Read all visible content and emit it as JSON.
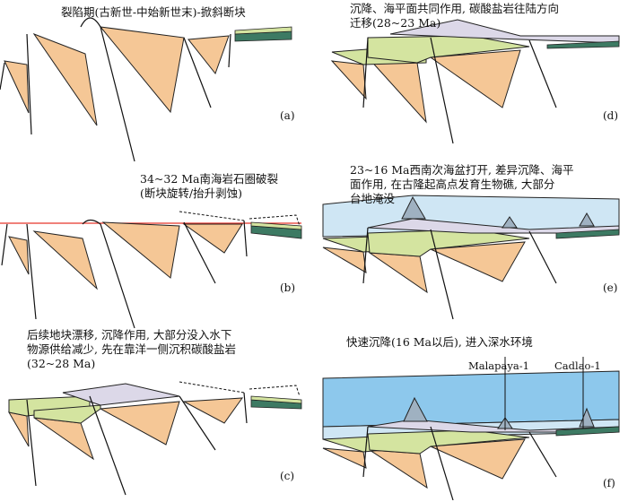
{
  "panels": {
    "a": {
      "text": "裂陷期(古新世-中始新世末)-掀斜断块",
      "tag": "(a)"
    },
    "b": {
      "text": "34~32 Ma南海岩石圈破裂\n(断块旋转/抬升剥蚀)",
      "tag": "(b)"
    },
    "c": {
      "text": "后续地块漂移, 沉降作用, 大部分没入水下\n物源供给减少, 先在靠洋一侧沉积碳酸盐岩\n(32~28 Ma)",
      "tag": "(c)"
    },
    "d": {
      "text": "沉降、海平面共同作用, 碳酸盐岩往陆方向\n迁移(28~23 Ma)",
      "tag": "(d)"
    },
    "e": {
      "text": "23~16 Ma西南次海盆打开, 差异沉降、海平\n面作用, 在古隆起高点发育生物礁, 大部分\n台地淹没",
      "tag": "(e)"
    },
    "f": {
      "text": "快速沉降(16 Ma以后), 进入深水环境",
      "tag": "(f)",
      "well1": "Malapaya-1",
      "well2": "Cadlao-1"
    }
  },
  "colors": {
    "synrift": "#f5c796",
    "green": "#d4e4a0",
    "lavender": "#dcd8e8",
    "lightblue": "#cfe6f4",
    "water": "#8dc8ec",
    "darkgreen": "#3d7a63",
    "reef": "#9fb1c1",
    "redline": "#e8362a"
  }
}
